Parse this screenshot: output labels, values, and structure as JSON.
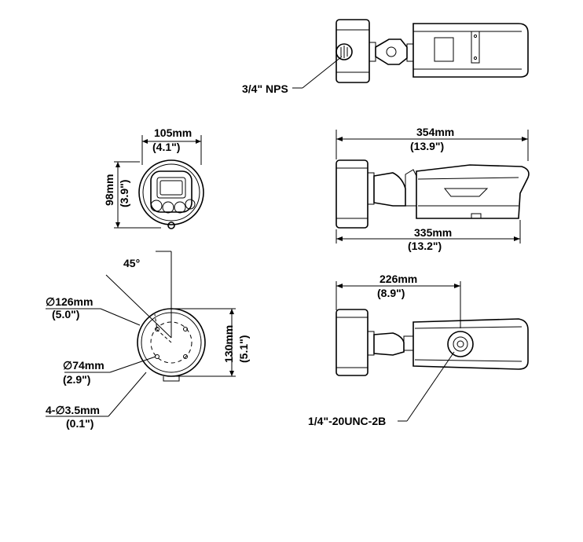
{
  "labels": {
    "nps": "3/4\" NPS",
    "unc": "1/4\"-20UNC-2B",
    "angle": "45°"
  },
  "dims": {
    "front_w_mm": "105mm",
    "front_w_in": "(4.1\")",
    "front_h_mm": "98mm",
    "front_h_in": "(3.9\")",
    "total_len_mm": "354mm",
    "total_len_in": "(13.9\")",
    "body_len_mm": "335mm",
    "body_len_in": "(13.2\")",
    "bottom_len_mm": "226mm",
    "bottom_len_in": "(8.9\")",
    "base_dia_mm": "∅126mm",
    "base_dia_in": "(5.0\")",
    "hole_circle_mm": "∅74mm",
    "hole_circle_in": "(2.9\")",
    "holes_mm": "4-∅3.5mm",
    "holes_in": "(0.1\")",
    "base_h_mm": "130mm",
    "base_h_in": "(5.1\")"
  }
}
